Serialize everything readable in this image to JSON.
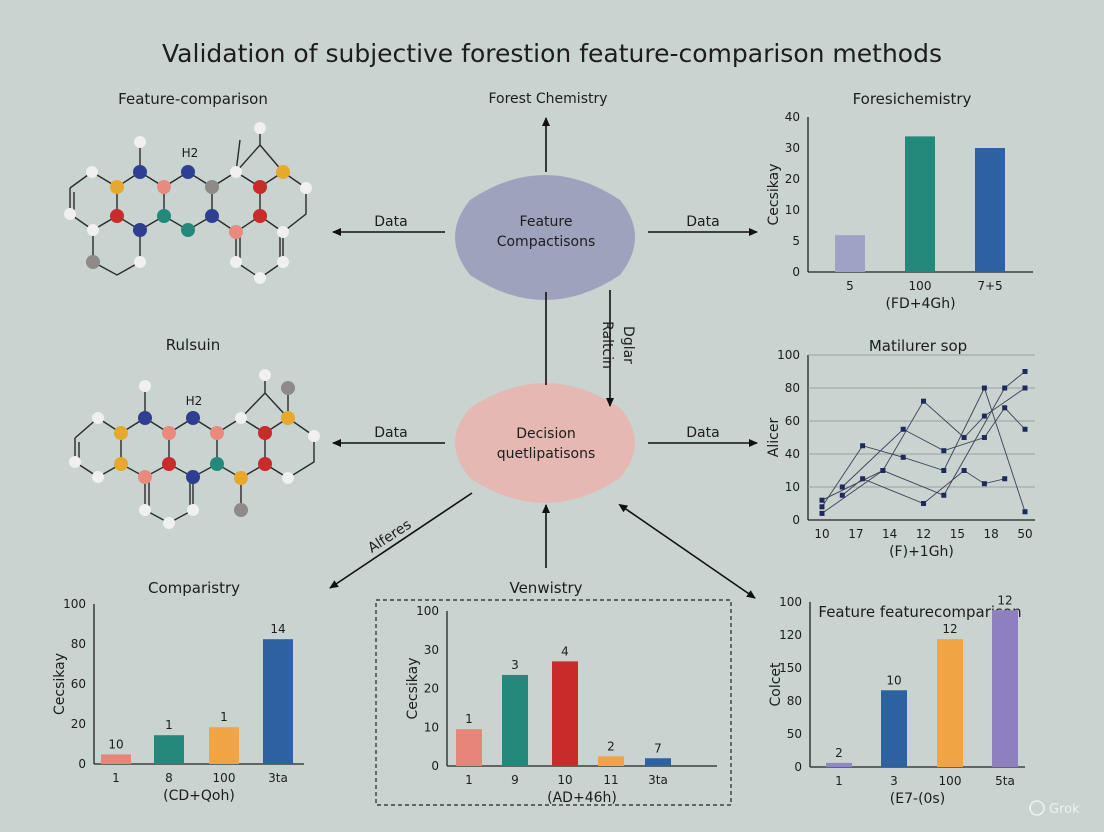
{
  "title": "Validation of subjective forestion feature-comparison methods",
  "watermark": "Grok",
  "nodes": {
    "feature": {
      "line1": "Feature",
      "line2": "Compactisons",
      "color": "#9ea3bd"
    },
    "decision": {
      "line1": "Decision",
      "line2": "quetlipatisons",
      "color": "#e6b8b3"
    }
  },
  "arrow_labels": {
    "top": "Forest Chemistry",
    "data_left_1": "Data",
    "data_right_1": "Data",
    "data_left_2": "Data",
    "data_right_2": "Data",
    "middle_1": "Raltcin",
    "middle_2": "Dglar",
    "diag": "Alferes"
  },
  "molecules": {
    "top_title": "Feature-comparison",
    "top_h2": "H2",
    "bottom_title": "Rulsuin",
    "bottom_h2": "H2"
  },
  "chart_data": [
    {
      "id": "chart-top-right",
      "type": "bar",
      "title": "Foresichemistry",
      "ylabel": "Cecsikay",
      "xlabel": "(FD+4Gh)",
      "yticks": [
        "0",
        "5",
        "10",
        "20",
        "30",
        "40"
      ],
      "categories": [
        "5",
        "100",
        "7+5"
      ],
      "values": [
        9.5,
        35,
        32
      ],
      "value_labels": [
        "",
        "",
        ""
      ],
      "colors": [
        "#9ea3c6",
        "#23897a",
        "#2c62a0"
      ]
    },
    {
      "id": "chart-bottom-left",
      "type": "bar",
      "title": "Comparistry",
      "ylabel": "Cecsikay",
      "xlabel": "(CD+Qoh)",
      "yticks": [
        "0",
        "20",
        "60",
        "80",
        "100"
      ],
      "categories": [
        "1",
        "8",
        "100",
        "3ta"
      ],
      "values": [
        6,
        18,
        23,
        78
      ],
      "value_labels": [
        "10",
        "1",
        "1",
        "14"
      ],
      "colors": [
        "#e8857a",
        "#23897a",
        "#f1a443",
        "#2c62a0"
      ]
    },
    {
      "id": "chart-bottom-middle",
      "type": "bar",
      "title": "Venwistry",
      "ylabel": "Cecsikay",
      "xlabel": "(AD+46h)",
      "yticks": [
        "0",
        "10",
        "20",
        "30",
        "100"
      ],
      "categories": [
        "1",
        "9",
        "10",
        "11",
        "3ta"
      ],
      "values": [
        9.5,
        23.5,
        27,
        2.5,
        2
      ],
      "value_labels": [
        "1",
        "3",
        "4",
        "2",
        "7"
      ],
      "colors": [
        "#e8857a",
        "#23897a",
        "#c92a2a",
        "#f1a443",
        "#2c62a0"
      ]
    },
    {
      "id": "chart-bottom-right",
      "type": "bar",
      "title": "Feature featurecomparison",
      "ylabel": "Colcet",
      "xlabel": "(E7-(0s)",
      "yticks": [
        "0",
        "50",
        "80",
        "150",
        "120",
        "100"
      ],
      "categories": [
        "1",
        "3",
        "100",
        "5ta"
      ],
      "values": [
        5,
        93,
        155,
        190
      ],
      "value_labels": [
        "2",
        "10",
        "12",
        "12"
      ],
      "colors": [
        "#8e88c4",
        "#2c62a0",
        "#f1a443",
        "#8e80c0"
      ]
    },
    {
      "id": "chart-middle-right",
      "type": "line",
      "title": "Matilurer sop",
      "ylabel": "Alicer",
      "xlabel": "(F)+1Gh)",
      "yticks": [
        "0",
        "10",
        "40",
        "60",
        "80",
        "100"
      ],
      "xticks": [
        "10",
        "17",
        "14",
        "12",
        "15",
        "18",
        "50"
      ],
      "marker_color": "#1f2a5c",
      "series": [
        {
          "points": [
            [
              0,
              8
            ],
            [
              2,
              45
            ],
            [
              4,
              38
            ],
            [
              6,
              30
            ],
            [
              8,
              80
            ],
            [
              10,
              5
            ]
          ]
        },
        {
          "points": [
            [
              0,
              12
            ],
            [
              3,
              30
            ],
            [
              5,
              72
            ],
            [
              7,
              50
            ],
            [
              8,
              63
            ],
            [
              10,
              80
            ]
          ]
        },
        {
          "points": [
            [
              1,
              20
            ],
            [
              4,
              55
            ],
            [
              6,
              42
            ],
            [
              8,
              50
            ],
            [
              9,
              68
            ],
            [
              10,
              55
            ]
          ]
        },
        {
          "points": [
            [
              0,
              4
            ],
            [
              3,
              30
            ],
            [
              6,
              15
            ],
            [
              9,
              80
            ],
            [
              10,
              90
            ]
          ]
        },
        {
          "points": [
            [
              1,
              15
            ],
            [
              2,
              25
            ],
            [
              5,
              10
            ],
            [
              7,
              30
            ],
            [
              8,
              22
            ],
            [
              9,
              25
            ]
          ]
        }
      ]
    }
  ]
}
